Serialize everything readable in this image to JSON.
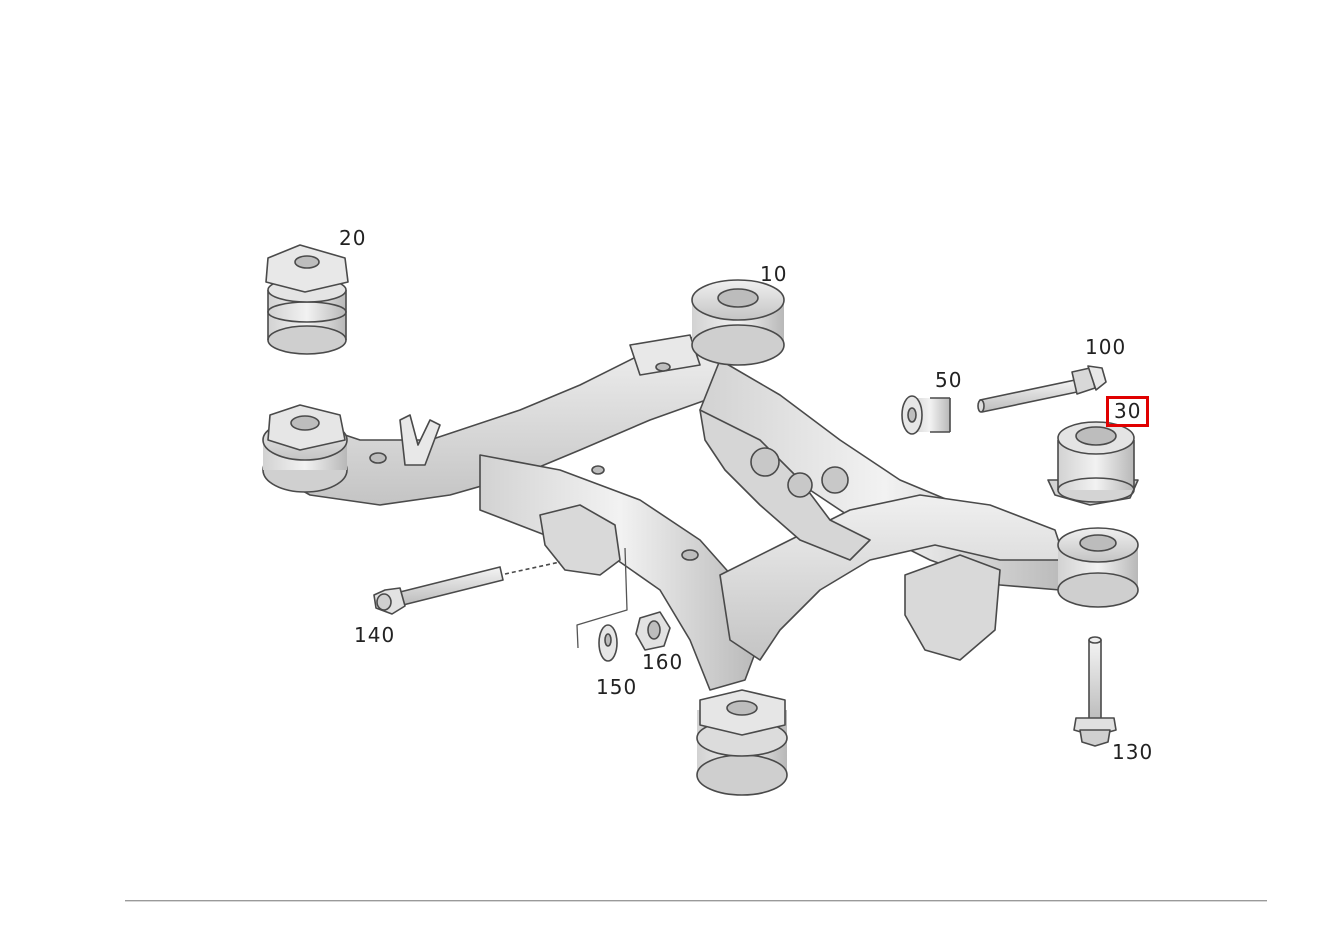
{
  "diagram": {
    "callouts": {
      "part_10": "10",
      "part_20": "20",
      "part_30": "30",
      "part_50": "50",
      "part_100": "100",
      "part_130": "130",
      "part_140": "140",
      "part_150": "150",
      "part_160": "160"
    },
    "highlighted_part": "30",
    "colors": {
      "highlight": "#e00000",
      "part_fill": "#e3e3e3",
      "part_shadow": "#bdbdbd",
      "outline": "#4a4a4a"
    }
  }
}
